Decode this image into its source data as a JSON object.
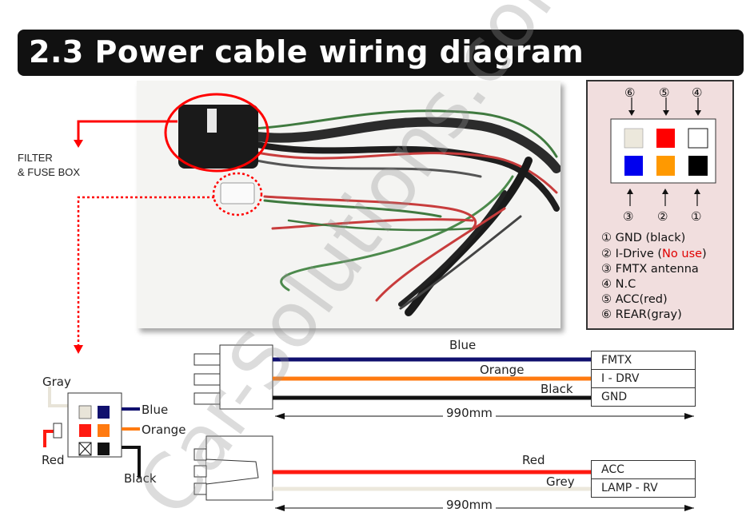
{
  "title": "2.3 Power cable wiring diagram",
  "photo_label": {
    "line1": "FILTER",
    "line2": "& FUSE BOX"
  },
  "colors": {
    "red": "#ee1c1c",
    "blue": "#0b0bd9",
    "navy": "#10106e",
    "orange": "#ff7a10",
    "black": "#111111",
    "gray": "#e8e4d8",
    "white": "#ffffff",
    "pinbox_bg": "#f1dede"
  },
  "pin_header": {
    "top_numbers": [
      "⑥",
      "⑤",
      "④"
    ],
    "bottom_numbers": [
      "③",
      "②",
      "①"
    ],
    "top_colors": [
      "#ece8dc",
      "#ff0000",
      "#ffffff"
    ],
    "bottom_colors": [
      "#0000ee",
      "#ff9900",
      "#000000"
    ]
  },
  "pin_legend": [
    {
      "text": "① GND (black)"
    },
    {
      "text_before": "② I-Drive (",
      "text_red": "No use",
      "text_after": ")"
    },
    {
      "text": "③ FMTX antenna"
    },
    {
      "text": "④ N.C"
    },
    {
      "text": "⑤ ACC(red)"
    },
    {
      "text": "⑥ REAR(gray)"
    }
  ],
  "small_connector": {
    "labels": {
      "gray": "Gray",
      "blue": "Blue",
      "orange": "Orange",
      "red": "Red",
      "black": "Black"
    }
  },
  "harness_top": {
    "wires": [
      {
        "label": "Blue",
        "color": "#10106e"
      },
      {
        "label": "Orange",
        "color": "#ff7a10"
      },
      {
        "label": "Black",
        "color": "#111111"
      }
    ],
    "terminals": [
      "FMTX",
      "I - DRV",
      "GND"
    ],
    "length": "990mm"
  },
  "harness_bottom": {
    "wires": [
      {
        "label": "Red",
        "color": "#ff1a10"
      },
      {
        "label": "Grey",
        "color": "#ece8dc"
      }
    ],
    "terminals": [
      "ACC",
      "LAMP - RV"
    ],
    "length": "990mm"
  },
  "watermark": "Car-Solutions.com"
}
